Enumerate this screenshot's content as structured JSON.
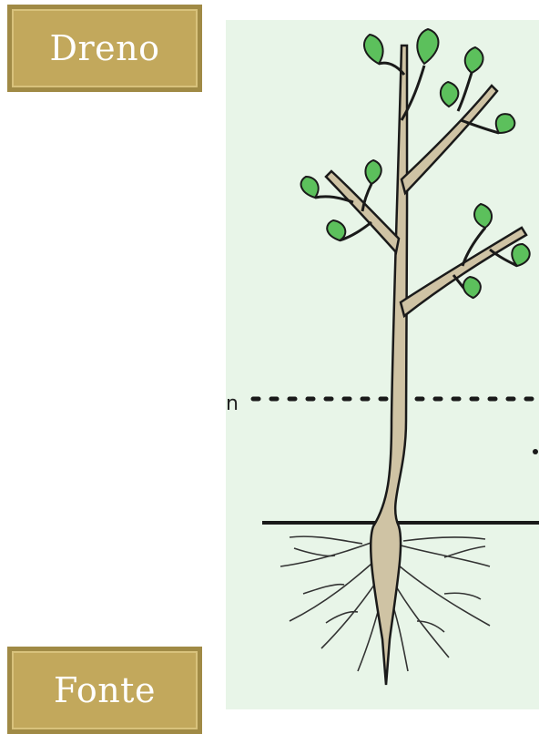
{
  "labels": {
    "sink": "Dreno",
    "source": "Fonte"
  },
  "diagram": {
    "partial_left_letter": "n",
    "colors": {
      "label_fill": "#c2a85c",
      "label_border": "#a08a45",
      "panel_background": "#e8f5e8",
      "trunk": "#cfc3a4",
      "leaf": "#5cc05c",
      "outline": "#1a1a1a"
    }
  }
}
